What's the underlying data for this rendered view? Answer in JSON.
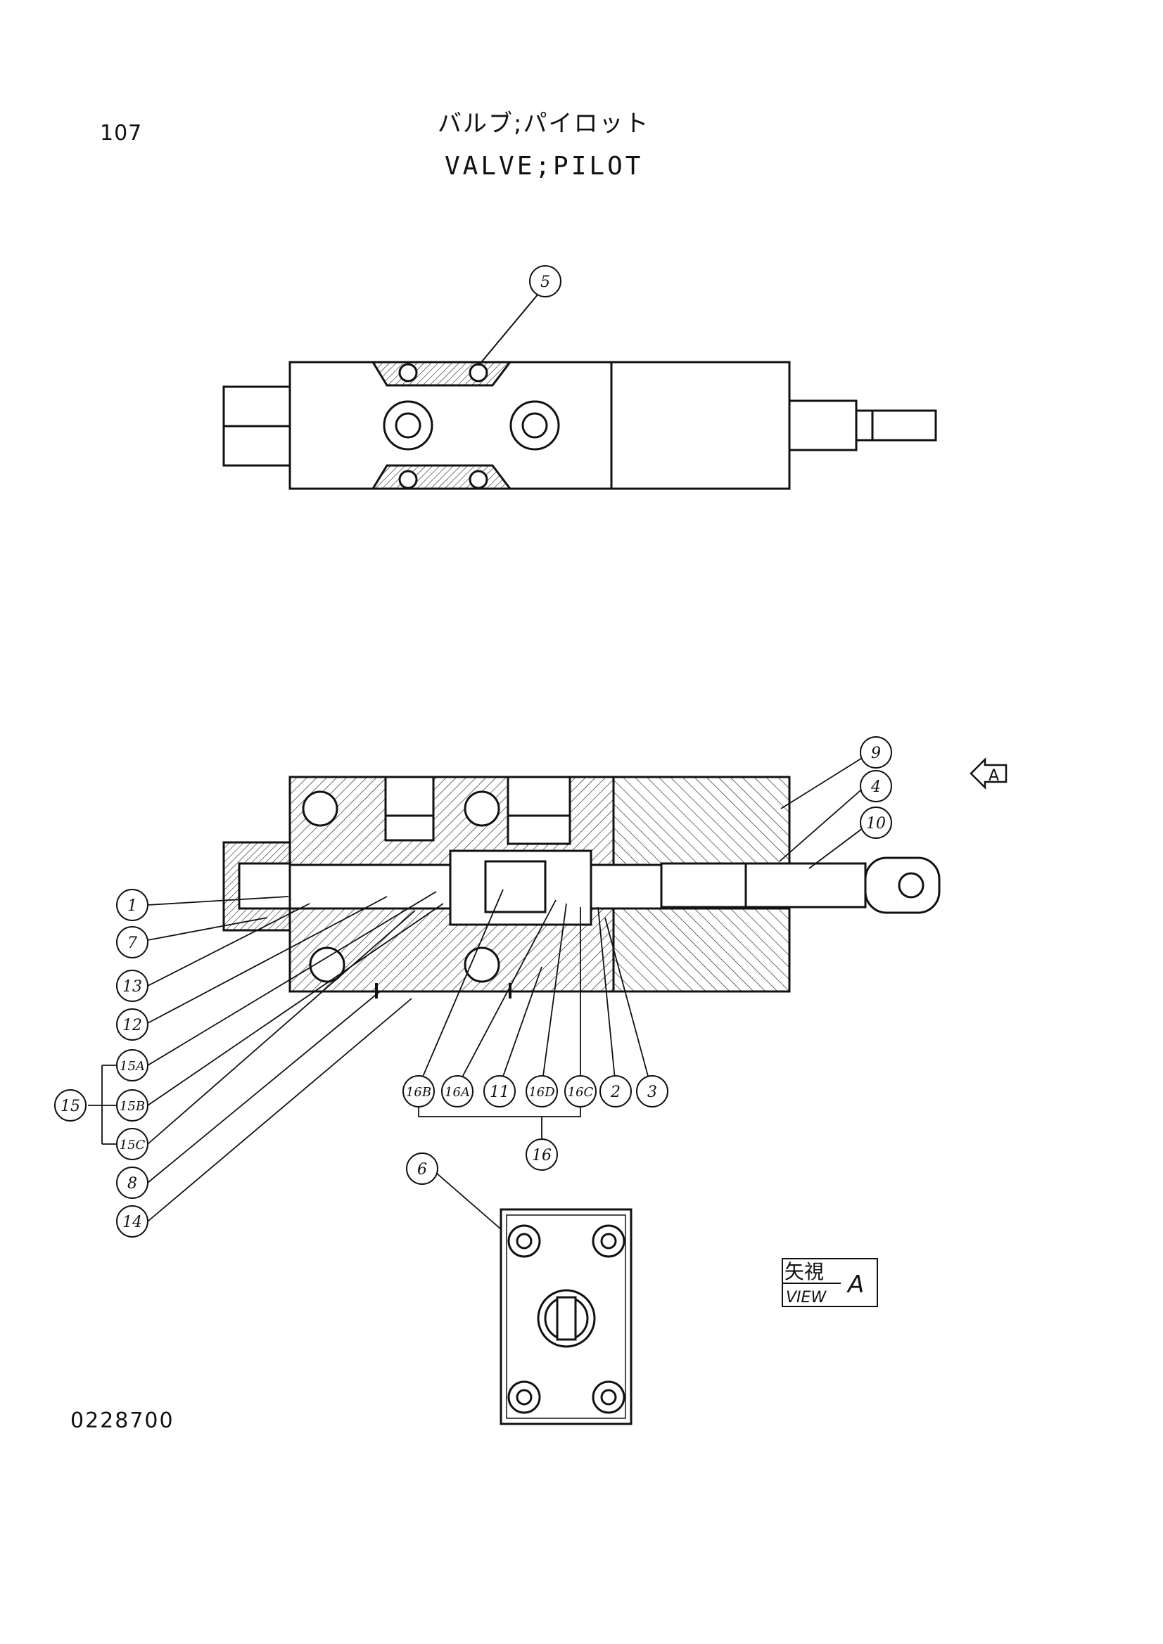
{
  "header": {
    "page_number": "107",
    "title_jp": "バルブ;パイロット",
    "title_en": "VALVE;PILOT"
  },
  "footer": {
    "drawing_number": "0228700"
  },
  "view_label": {
    "jp": "矢視",
    "en": "VIEW",
    "letter": "A"
  },
  "view_arrow_letter": "A",
  "callouts": {
    "c1": "1",
    "c2": "2",
    "c3": "3",
    "c4": "4",
    "c5": "5",
    "c6": "6",
    "c7": "7",
    "c8": "8",
    "c9": "9",
    "c10": "10",
    "c11": "11",
    "c12": "12",
    "c13": "13",
    "c14": "14",
    "c15": "15",
    "c15a": "15A",
    "c15b": "15B",
    "c15c": "15C",
    "c16": "16",
    "c16a": "16A",
    "c16b": "16B",
    "c16c": "16C",
    "c16d": "16D"
  }
}
